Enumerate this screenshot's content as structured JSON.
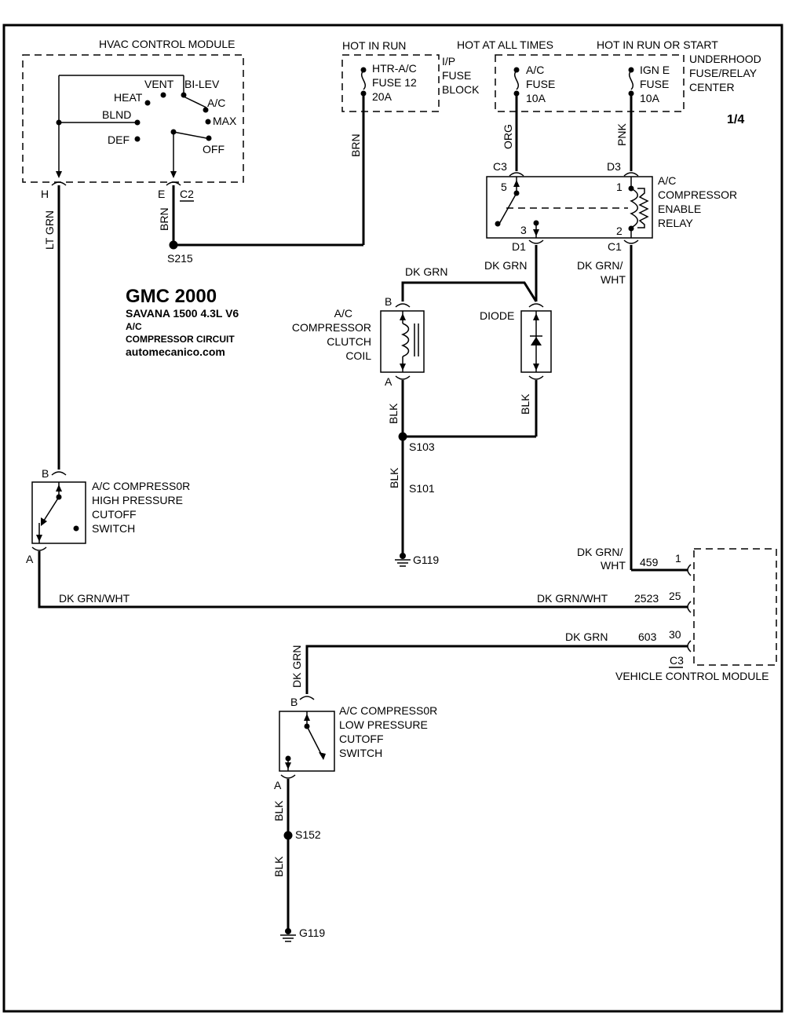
{
  "modules": {
    "hvac_control": "HVAC CONTROL MODULE",
    "vehicle_control": "VEHICLE CONTROL MODULE"
  },
  "hvac_positions": {
    "vent": "VENT",
    "bi_lev": "BI-LEV",
    "heat": "HEAT",
    "ac": "A/C",
    "blnd": "BLND",
    "max": "MAX",
    "def": "DEF",
    "off": "OFF"
  },
  "power": {
    "hot_in_run": "HOT IN RUN",
    "hot_at_all_times": "HOT AT ALL TIMES",
    "hot_in_run_or_start": "HOT IN RUN OR START"
  },
  "fuses": {
    "htr_line1": "HTR-A/C",
    "htr_line2": "FUSE 12",
    "htr_line3": "20A",
    "ac_line1": "A/C",
    "ac_line2": "FUSE",
    "ac_line3": "10A",
    "igne_line1": "IGN E",
    "igne_line2": "FUSE",
    "igne_line3": "10A"
  },
  "fuse_blocks": {
    "ip_line1": "I/P",
    "ip_line2": "FUSE",
    "ip_line3": "BLOCK",
    "underhood_line1": "UNDERHOOD",
    "underhood_line2": "FUSE/RELAY",
    "underhood_line3": "CENTER"
  },
  "page_number": "1/4",
  "title_block": {
    "title": "GMC 2000",
    "model": "SAVANA 1500  4.3L  V6",
    "line3": "A/C",
    "line4": "COMPRESSOR CIRCUIT",
    "site": "automecanico.com"
  },
  "relay": {
    "line1": "A/C",
    "line2": "COMPRESSOR",
    "line3": "ENABLE",
    "line4": "RELAY",
    "pin5": "5",
    "pin1": "1",
    "pin3": "3",
    "pin2": "2"
  },
  "clutch": {
    "line1": "A/C",
    "line2": "COMPRESSOR",
    "line3": "CLUTCH",
    "line4": "COIL"
  },
  "diode": "DIODE",
  "high_switch": {
    "line1": "A/C COMPRESS0R",
    "line2": "HIGH PRESSURE",
    "line3": "CUTOFF",
    "line4": "SWITCH"
  },
  "low_switch": {
    "line1": "A/C COMPRESS0R",
    "line2": "LOW PRESSURE",
    "line3": "CUTOFF",
    "line4": "SWITCH"
  },
  "wires": {
    "brn": "BRN",
    "org": "ORG",
    "pnk": "PNK",
    "lt_grn": "LT GRN",
    "dk_grn": "DK GRN",
    "dk_grn_wht": "DK GRN/WHT",
    "dk_grn_slash": "DK GRN/",
    "wht": "WHT",
    "blk": "BLK"
  },
  "connectors": {
    "h": "H",
    "e": "E",
    "c2": "C2",
    "c3": "C3",
    "d3": "D3",
    "d1": "D1",
    "c1": "C1",
    "a": "A",
    "b": "B"
  },
  "splices": {
    "s215": "S215",
    "s103": "S103",
    "s101": "S101",
    "s152": "S152"
  },
  "grounds": {
    "g119": "G119"
  },
  "circuits": {
    "c459": "459",
    "c2523": "2523",
    "c603": "603",
    "pin1": "1",
    "pin25": "25",
    "pin30": "30"
  }
}
